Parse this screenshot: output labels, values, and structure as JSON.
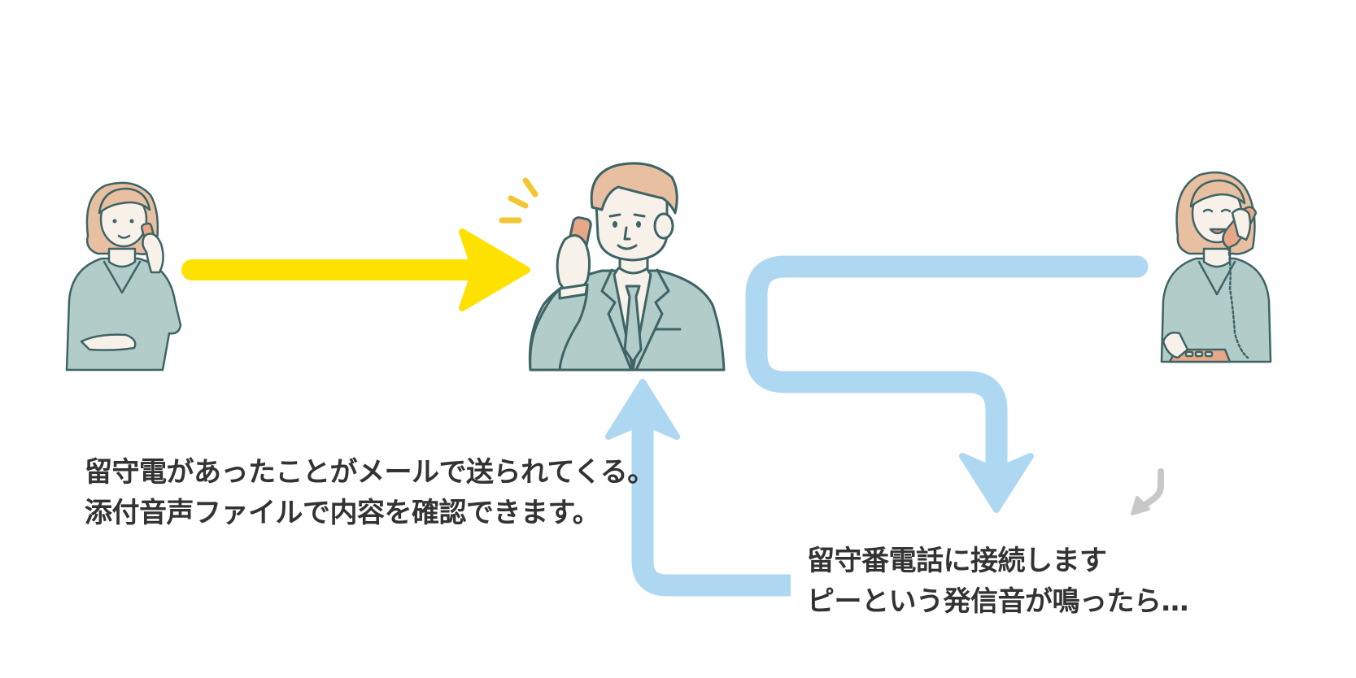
{
  "captions": {
    "email_notice": {
      "line1": "留守電があったことがメールで送られてくる。",
      "line2": "添付音声ファイルで内容を確認できます。"
    },
    "voicemail_prompt": {
      "line1": "留守番電話に接続します",
      "line2": "ピーという発信音が鳴ったら…"
    }
  },
  "icons": {
    "left_person": "woman-on-smartphone-icon",
    "center_person": "businessman-on-smartphone-icon",
    "right_person": "woman-on-landline-phone-icon",
    "ring_lines": "ringing-lines-icon",
    "small_arrow": "small-gray-arrow-icon"
  },
  "colors": {
    "yellow_arrow": "#FFE100",
    "blue_arrow": "#AED8F2",
    "gray_arrow": "#C8C8C8",
    "text": "#333333",
    "outline": "#3E6466",
    "suit": "#B2CCCA",
    "skin": "#F7F1EA",
    "hair": "#E8BFA0"
  }
}
